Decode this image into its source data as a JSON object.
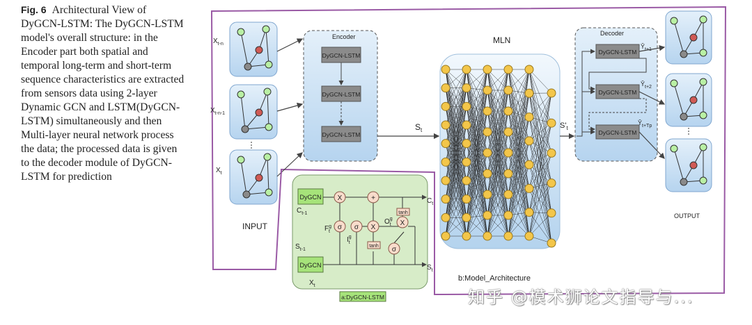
{
  "caption": {
    "label": "Fig. 6",
    "text": "Architectural View of DyGCN-LSTM: The DyGCN-LSTM model's overall structure: in the Encoder part both spatial and temporal long-term and short-term sequence characteristics are extracted from sensors data using 2-layer Dynamic GCN and LSTM(DyGCN-LSTM) simultaneously and then Multi-layer neural network process the data; the processed data is given to the decoder module of DyGCN-LSTM for prediction"
  },
  "input": {
    "labels": [
      "X",
      "X",
      "X"
    ],
    "subscripts": [
      "t-n",
      "t-n-1",
      "t"
    ],
    "caption": "INPUT"
  },
  "encoder": {
    "title": "Encoder",
    "blocks": [
      "DyGCN-LSTM",
      "DyGCN-LSTM",
      "DyGCN-LSTM"
    ]
  },
  "state": {
    "s": "S",
    "s_sub": "t",
    "sprime": "S'",
    "sprime_sub": "t"
  },
  "mln": {
    "title": "MLN"
  },
  "decoder": {
    "title": "Decoder",
    "blocks": [
      "DyGCN-LSTM",
      "DyGCN-LSTM",
      "DyGCN-LSTM"
    ],
    "outputs": [
      "Ŷ",
      "Ŷ",
      "Ŷ"
    ],
    "output_subs": [
      "t+1",
      "t+2",
      "t+Tp"
    ]
  },
  "output": {
    "caption": "OUTPUT"
  },
  "cell": {
    "dygcn_top": "DyGCN",
    "dygcn_bottom": "DyGCN",
    "c_prev": "C",
    "c_prev_sub": "t-1",
    "s_prev": "S",
    "s_prev_sub": "t-1",
    "x": "X",
    "x_sub": "t",
    "c_out": "C",
    "c_out_sub": "t",
    "s_out": "S",
    "s_out_sub": "t",
    "f": "F",
    "f_sup": "g",
    "f_sub": "t",
    "i": "I",
    "i_sup": "g",
    "i_sub": "t",
    "o": "O",
    "o_sup": "g",
    "o_sub": "t",
    "mult": "X",
    "plus": "+",
    "sigma": "σ",
    "tanh": "tanh",
    "label": "a:DyGCN-LSTM"
  },
  "model_label": "b:Model_Architecture",
  "watermark": "知乎 @模术狮论文指导与...",
  "colors": {
    "frame": "#9a5aa5",
    "panel": "#cfe3f6",
    "gray_block": "#8b8b8b",
    "green": "#a6e37a",
    "node_yellow": "#f3c64a",
    "node_red": "#d05a55",
    "node_green": "#b9f0a4"
  }
}
